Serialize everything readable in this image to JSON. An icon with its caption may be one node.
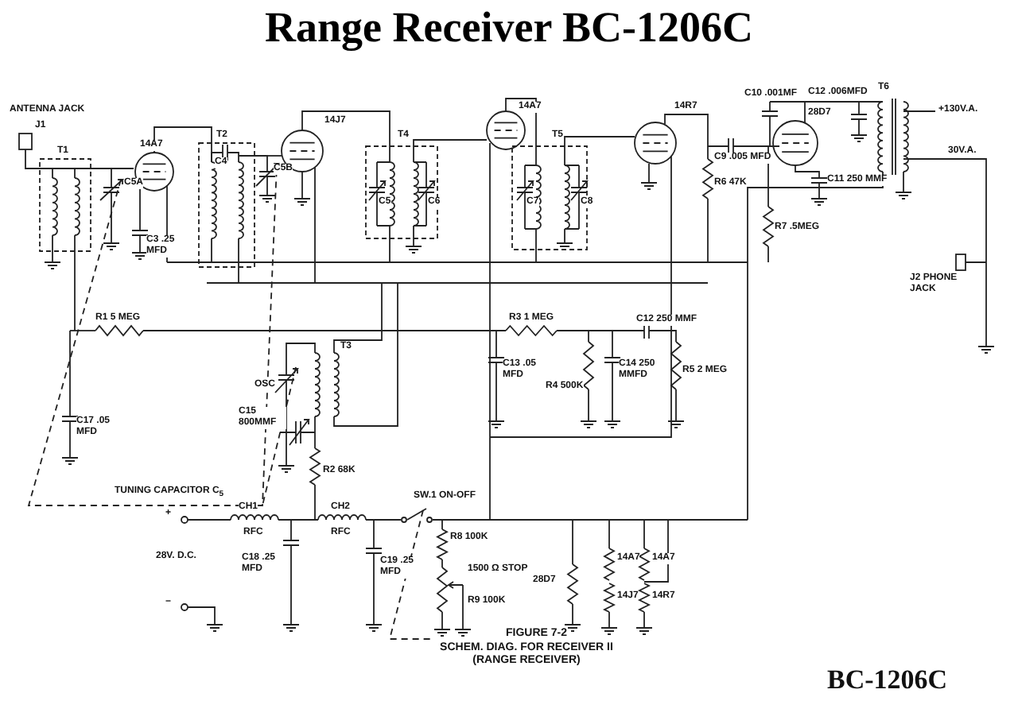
{
  "diagram": {
    "title": "Range Receiver BC-1206C",
    "labels": [
      "ANTENNA JACK",
      "J1",
      "T1",
      "14A7",
      "14J7",
      "T2",
      "C4",
      "T4",
      "14A7",
      "T5",
      "14R7",
      "C10 .001MF",
      "28D7",
      "C12 .006MFD",
      "T6",
      "+130V.A.",
      "C5A",
      "C5B",
      "C5",
      "C6",
      "C7",
      "C8",
      "C9 .005 MFD",
      "30V.A.",
      "C11 250 MMF",
      "R6 47K",
      "C3 .25 MFD",
      "R7 .5MEG",
      "J2 PHONE JACK",
      "R1 5 MEG",
      "R3 1 MEG",
      "C12 250 MMF",
      "T3",
      "C13 .05 MFD",
      "C14 250 MMFD",
      "OSC",
      "R4 500K",
      "R5 2 MEG",
      "C15 800MMF",
      "C17 .05 MFD",
      "TUNING CAPACITOR C$_{5}$",
      "R2 68K",
      "CH1",
      "CH2",
      "SW.1 ON-OFF",
      "+",
      "RFC",
      "RFC",
      "R8 100K",
      "28V. D.C.",
      "C18 .25 MFD",
      "C19 .25 MFD",
      "1500 Ω STOP",
      "28D7",
      "14A7",
      "14J7",
      "14A7",
      "14R7",
      "R9 100K",
      "−",
      "FIGURE 7-2",
      "SCHEM. DIAG. FOR RECEIVER II (RANGE RECEIVER)",
      "BC-1206C"
    ]
  }
}
